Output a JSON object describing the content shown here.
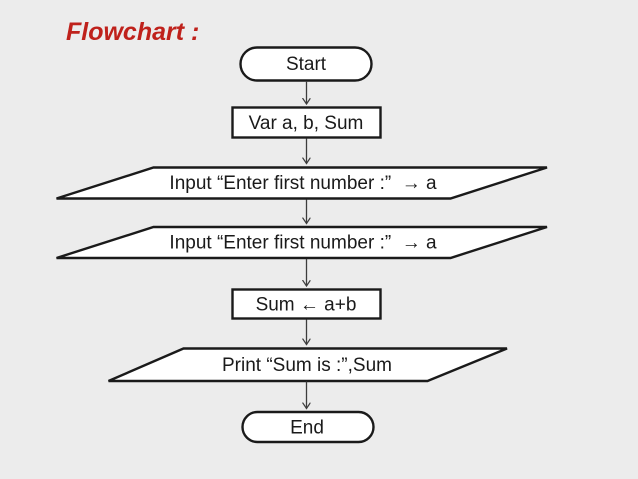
{
  "title": "Flowchart :",
  "colors": {
    "title": "#bf211b",
    "background": "#ececec",
    "shape_fill": "#ffffff",
    "shape_border": "#1a1a1a",
    "arrow": "#3d3d3d"
  },
  "flowchart": {
    "nodes": [
      {
        "id": "start",
        "type": "terminator",
        "label": "Start"
      },
      {
        "id": "declare",
        "type": "process",
        "label": "Var a, b, Sum"
      },
      {
        "id": "input-1",
        "type": "input",
        "label": "Input “Enter first number :”  → a"
      },
      {
        "id": "input-2",
        "type": "input",
        "label": "Input “Enter first number :”  → a"
      },
      {
        "id": "sum",
        "type": "process",
        "label": "Sum ← a+b"
      },
      {
        "id": "print",
        "type": "output",
        "label": "Print “Sum is :”,Sum"
      },
      {
        "id": "end",
        "type": "terminator",
        "label": "End"
      }
    ],
    "connector_count": 6
  }
}
